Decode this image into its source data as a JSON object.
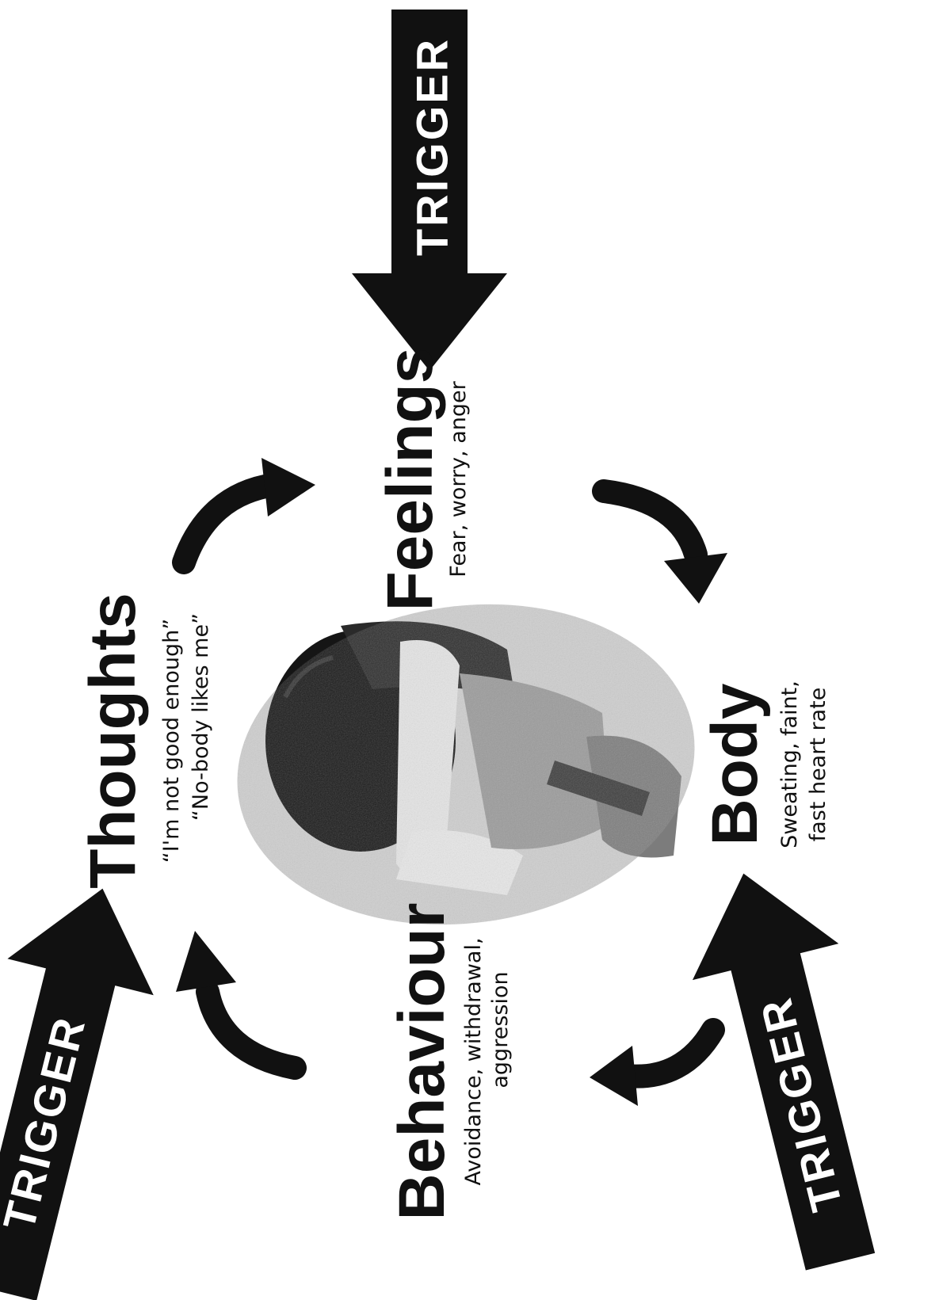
{
  "trigger_label": "TRIGGER",
  "nodes": {
    "feelings": {
      "title": "Feelings",
      "detail": "Fear, worry, anger"
    },
    "body": {
      "title": "Body",
      "detail_1": "Sweating, faint,",
      "detail_2": "fast heart rate"
    },
    "behaviour": {
      "title": "Behaviour",
      "detail_1": "Avoidance, withdrawal,",
      "detail_2": "aggression"
    },
    "thoughts": {
      "title": "Thoughts",
      "detail_1": "“I'm not good enough”",
      "detail_2": "“No-body likes me”"
    }
  },
  "colors": {
    "ink": "#111111",
    "paper": "#ffffff"
  }
}
